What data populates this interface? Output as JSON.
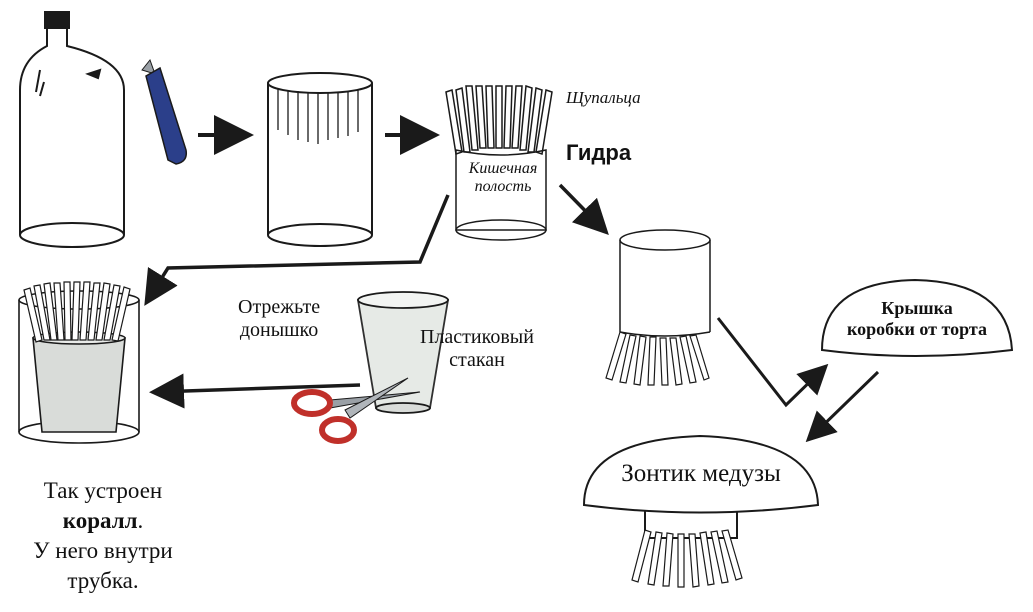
{
  "labels": {
    "tentacles": "Щупальца",
    "hydra": "Гидра",
    "cavity_line1": "Кишечная",
    "cavity_line2": "полость",
    "cut_bottom_line1": "Отрежьте",
    "cut_bottom_line2": "донышко",
    "plastic_cup_line1": "Пластиковый",
    "plastic_cup_line2": "стакан",
    "cake_lid_line1": "Крышка",
    "cake_lid_line2": "коробки от торта",
    "umbrella": "Зонтик медузы",
    "coral_line1": "Так устроен",
    "coral_word": "коралл",
    "coral_dot": ".",
    "coral_line3": "У него внутри",
    "coral_line4": "трубка."
  },
  "colors": {
    "ink": "#1a1a1a",
    "knife_blue": "#2b3f8a",
    "scissors_red": "#c0302a",
    "blade": "#9aa0a6",
    "cup_fill": "#d9dcd9"
  }
}
